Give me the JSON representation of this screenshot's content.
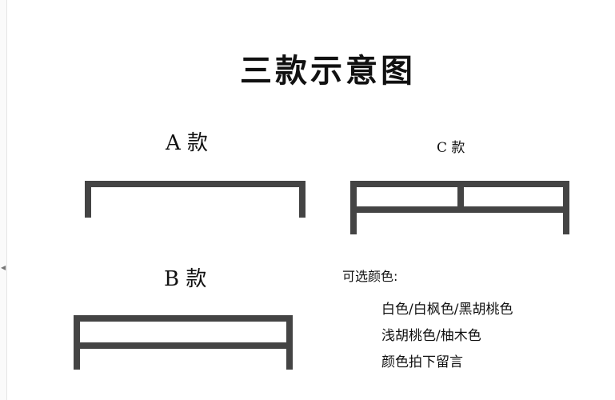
{
  "title": "三款示意图",
  "styles": {
    "a_label": "A 款",
    "b_label": "B 款",
    "c_label": "C 款"
  },
  "colors": {
    "heading": "可选颜色:",
    "line1": "白色/白枫色/黑胡桃色",
    "line2": "浅胡桃色/柚木色",
    "line3": "颜色拍下留言"
  },
  "frame_color": "#444444"
}
